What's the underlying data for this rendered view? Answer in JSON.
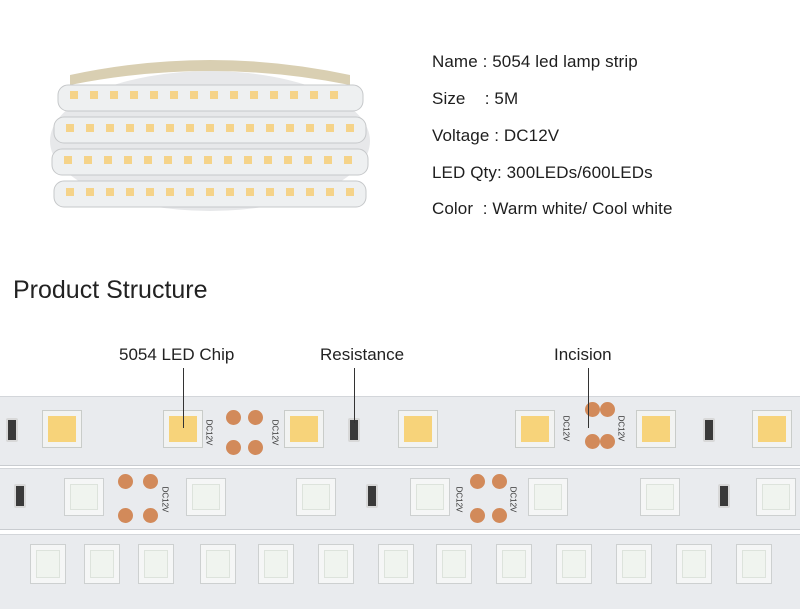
{
  "specs": {
    "name": "Name : 5054 led lamp strip",
    "size": "Size    : 5M",
    "voltage": "Voltage : DC12V",
    "led_qty": "LED Qty: 300LEDs/600LEDs",
    "color": "Color  : Warm white/ Cool white"
  },
  "structure": {
    "heading": "Product Structure",
    "labels": {
      "chip": "5054 LED Chip",
      "resistance": "Resistance",
      "incision": "Incision"
    },
    "board_text": "DC12V"
  },
  "colors": {
    "warm_led": "#f7d37a",
    "copper_pad": "#d28a5a",
    "board": "#e9ebee"
  }
}
